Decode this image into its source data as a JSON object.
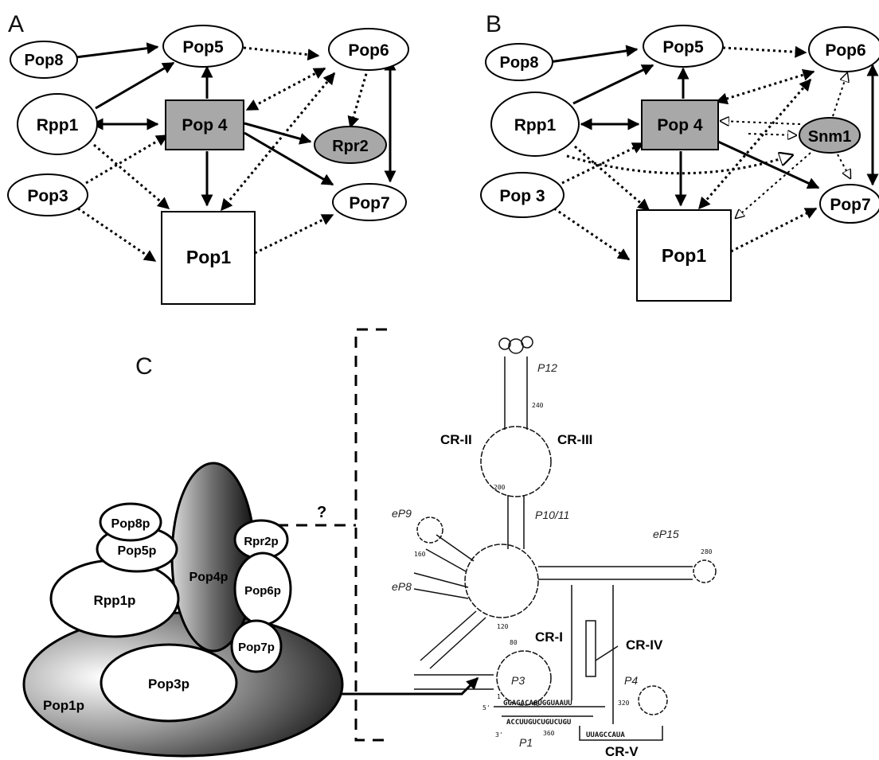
{
  "panels": {
    "a": {
      "letter": "A",
      "nodes": {
        "pop8": "Pop8",
        "pop5": "Pop5",
        "pop6": "Pop6",
        "rpp1": "Rpp1",
        "pop4": "Pop 4",
        "rpr2": "Rpr2",
        "pop3": "Pop3",
        "pop7": "Pop7",
        "pop1": "Pop1"
      }
    },
    "b": {
      "letter": "B",
      "nodes": {
        "pop8": "Pop8",
        "pop5": "Pop5",
        "pop6": "Pop6",
        "rpp1": "Rpp1",
        "pop4": "Pop 4",
        "snm1": "Snm1",
        "pop3": "Pop 3",
        "pop7": "Pop7",
        "pop1": "Pop1"
      }
    },
    "c": {
      "letter": "C",
      "complex": {
        "pop8p": "Pop8p",
        "pop5p": "Pop5p",
        "rpp1p": "Rpp1p",
        "pop4p": "Pop4p",
        "rpr2p": "Rpr2p",
        "pop6p": "Pop6p",
        "pop7p": "Pop7p",
        "pop1p": "Pop1p",
        "pop3p": "Pop3p",
        "question": "?"
      },
      "rna": {
        "regions": {
          "cr1": "CR-I",
          "cr2": "CR-II",
          "cr3": "CR-III",
          "cr4": "CR-IV",
          "cr5": "CR-V"
        },
        "helices": {
          "p12": "P12",
          "p10_11": "P10/11",
          "ep9": "eP9",
          "ep8": "eP8",
          "ep15": "eP15",
          "p3": "P3",
          "p4": "P4",
          "p1": "P1"
        },
        "positions": {
          "n240": "240",
          "n200": "200",
          "n160": "160",
          "n120": "120",
          "n80": "80",
          "n40": "40",
          "n1": "1",
          "n5": "5'",
          "n3": "3'",
          "n360": "360",
          "n320": "320",
          "n280": "280"
        },
        "sequences": {
          "p1_top": "GGAGACAGUGGUAAUU",
          "p1_bottom": "ACCUUGUCUGUCUGU",
          "cr5_seq": "UUAGCCAUA"
        }
      }
    }
  },
  "colors": {
    "shaded_node": "#a8a8a8",
    "outline": "#000000",
    "background": "#ffffff"
  }
}
